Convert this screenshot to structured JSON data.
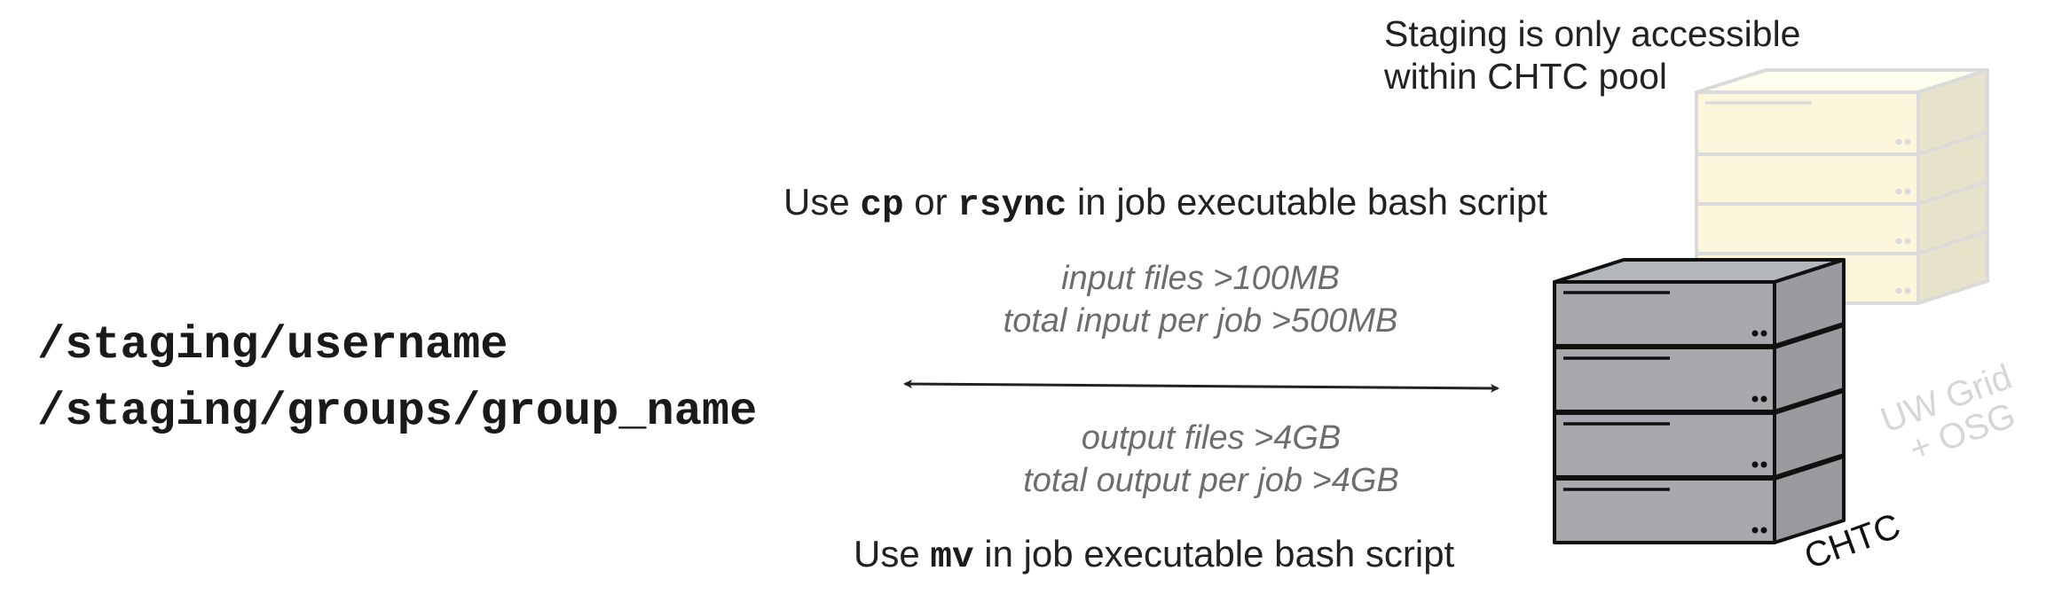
{
  "staging_paths": [
    "/staging/username",
    "/staging/groups/group_name"
  ],
  "access_note": {
    "line1": "Staging is only accessible",
    "line2": "within CHTC pool"
  },
  "input_transfer": {
    "use_prefix": "Use ",
    "command1": "cp",
    "connector": " or ",
    "command2": "rsync",
    "suffix": " in job executable bash script",
    "threshold1": "input files >100MB",
    "threshold2": "total input per job >500MB"
  },
  "output_transfer": {
    "use_prefix": "Use ",
    "command": "mv",
    "suffix": " in job executable bash script",
    "threshold1": "output files >4GB",
    "threshold2": "total output per job >4GB"
  },
  "servers": {
    "chtc_label": "CHTC",
    "uw_label_line1": "UW Grid",
    "uw_label_line2": "+ OSG",
    "chtc_color": "#a7a9ac",
    "uw_color": "#fbf6dc"
  }
}
